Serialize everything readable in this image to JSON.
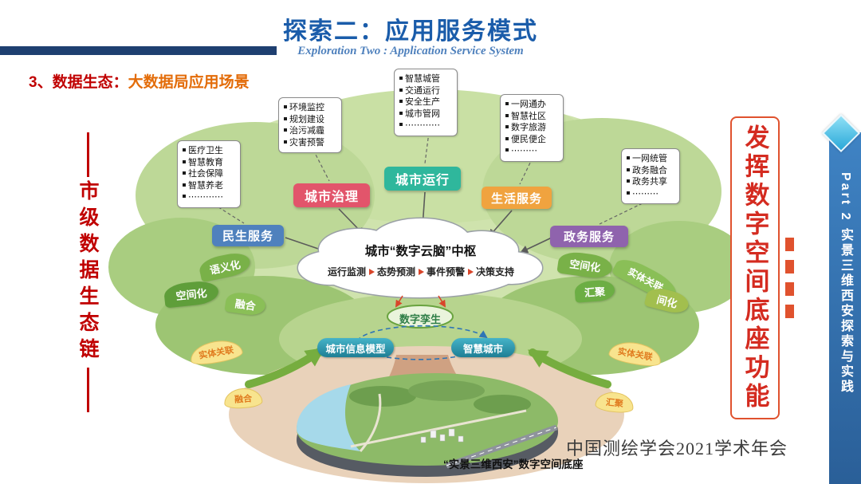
{
  "header": {
    "title": "探索二：应用服务模式",
    "subtitle_en": "Exploration Two : Application Service System",
    "section_number": "3、数据生态：",
    "section_title": "大数据局应用场景"
  },
  "left_sidebar": {
    "vertical_label": "市级数据生态链"
  },
  "right_sidebar": {
    "calligraphy_vertical": "发挥数字空间底座功能",
    "part_tab": "Part 2 实景三维西安探索与实践"
  },
  "hub": {
    "title": "城市“数字云脑”中枢",
    "functions": [
      "运行监测",
      "态势预测",
      "事件预警",
      "决策支持"
    ]
  },
  "categories": [
    {
      "label": "民生服务",
      "color": "#4f81bd"
    },
    {
      "label": "城市治理",
      "color": "#e2556b"
    },
    {
      "label": "城市运行",
      "color": "#2fb79c"
    },
    {
      "label": "生活服务",
      "color": "#f0a33f"
    },
    {
      "label": "政务服务",
      "color": "#8f63ad"
    }
  ],
  "service_lists": [
    {
      "category": "民生服务",
      "items": [
        "医疗卫生",
        "智慧教育",
        "社会保障",
        "智慧养老",
        "⋯⋯⋯⋯"
      ]
    },
    {
      "category": "城市治理",
      "items": [
        "环境监控",
        "规划建设",
        "治污减霾",
        "灾害预警"
      ]
    },
    {
      "category": "城市运行",
      "items": [
        "智慧城管",
        "交通运行",
        "安全生产",
        "城市管网",
        "⋯⋯⋯⋯"
      ]
    },
    {
      "category": "生活服务",
      "items": [
        "一网通办",
        "智慧社区",
        "数字旅游",
        "便民便企",
        "⋯⋯⋯"
      ]
    },
    {
      "category": "政务服务",
      "items": [
        "一网统管",
        "政务融合",
        "政务共享",
        "⋯⋯⋯"
      ]
    }
  ],
  "leaves": {
    "green_left": [
      "语义化",
      "空间化",
      "融合"
    ],
    "green_right": [
      "空间化",
      "汇聚",
      "实体关联",
      "间化"
    ],
    "yellow_left": [
      "实体关联",
      "融合"
    ],
    "yellow_right": [
      "实体关联",
      "汇聚"
    ]
  },
  "digital_base": {
    "twin": "数字孪生",
    "cim": "城市信息模型",
    "smart_city": "智慧城市",
    "caption": "“实景三维西安”数字空间底座"
  },
  "footer": {
    "watermark": "中国测绘学会2021学术年会"
  },
  "colors": {
    "title_blue": "#1a5caa",
    "header_bar_navy": "#1e3f70",
    "section_red": "#c00000",
    "section_orange": "#e36c09",
    "calligraphy_red": "#d42b20",
    "side_tab_blue": "#2e6da4",
    "canopy_green": "#cfe3ad",
    "ground_tan": "#e9d2ba"
  }
}
